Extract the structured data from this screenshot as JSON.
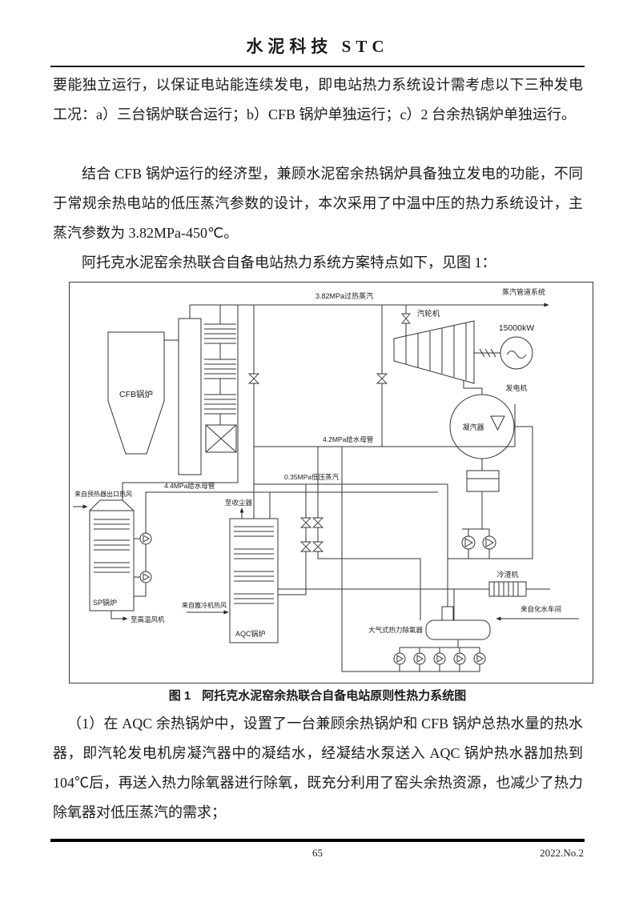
{
  "header": {
    "journal": "水泥科技 STC"
  },
  "paragraphs": {
    "p1": "要能独立运行，以保证电站能连续发电，即电站热力系统设计需考虑以下三种发电工况：a）三台锅炉联合运行；b）CFB 锅炉单独运行；c）2 台余热锅炉单独运行。",
    "p2": "结合 CFB 锅炉运行的经济型，兼顾水泥窑余热锅炉具备独立发电的功能，不同于常规余热电站的低压蒸汽参数的设计，本次采用了中温中压的热力系统设计，主蒸汽参数为 3.82MPa-450℃。",
    "p3": "阿托克水泥窑余热联合自备电站热力系统方案特点如下，见图 1：",
    "p4": "（1）在 AQC 余热锅炉中，设置了一台兼顾余热锅炉和 CFB 锅炉总热水量的热水器，即汽轮发电机房凝汽器中的凝结水，经凝结水泵送入 AQC 锅炉热水器加热到 104℃后，再送入热力除氧器进行除氧，既充分利用了窑头余热资源，也减少了热力除氧器对低压蒸汽的需求；"
  },
  "figure": {
    "caption_label": "图 1",
    "caption_text": "阿托克水泥窑余热联合自备电站原则性热力系统图",
    "labels": {
      "main_steam": "3.82MPa过热蒸汽",
      "steam_pipe_system": "蒸汽管道系统",
      "turbine": "汽轮机",
      "power_rating": "15000kW",
      "generator": "发电机",
      "cfb_boiler": "CFB锅炉",
      "condenser": "凝汽器",
      "feedwater_42": "4.2MPa给水母管",
      "lp_steam": "0.35MPa低压蒸汽",
      "feedwater_44": "4.4MPa给水母管",
      "sp_inlet": "来自预热器出口热风",
      "to_dust_collector": "至收尘器",
      "sp_boiler": "SP锅炉",
      "to_ht_fan": "至高温风机",
      "aqc_inlet": "来自篦冷机热风",
      "aqc_boiler": "AQC锅炉",
      "deaerator": "大气式热力除氧器",
      "slag_cooler": "冷渣机",
      "from_water_plant": "来自化水车间"
    }
  },
  "footer": {
    "page_number": "65",
    "issue": "2022.No.2"
  }
}
